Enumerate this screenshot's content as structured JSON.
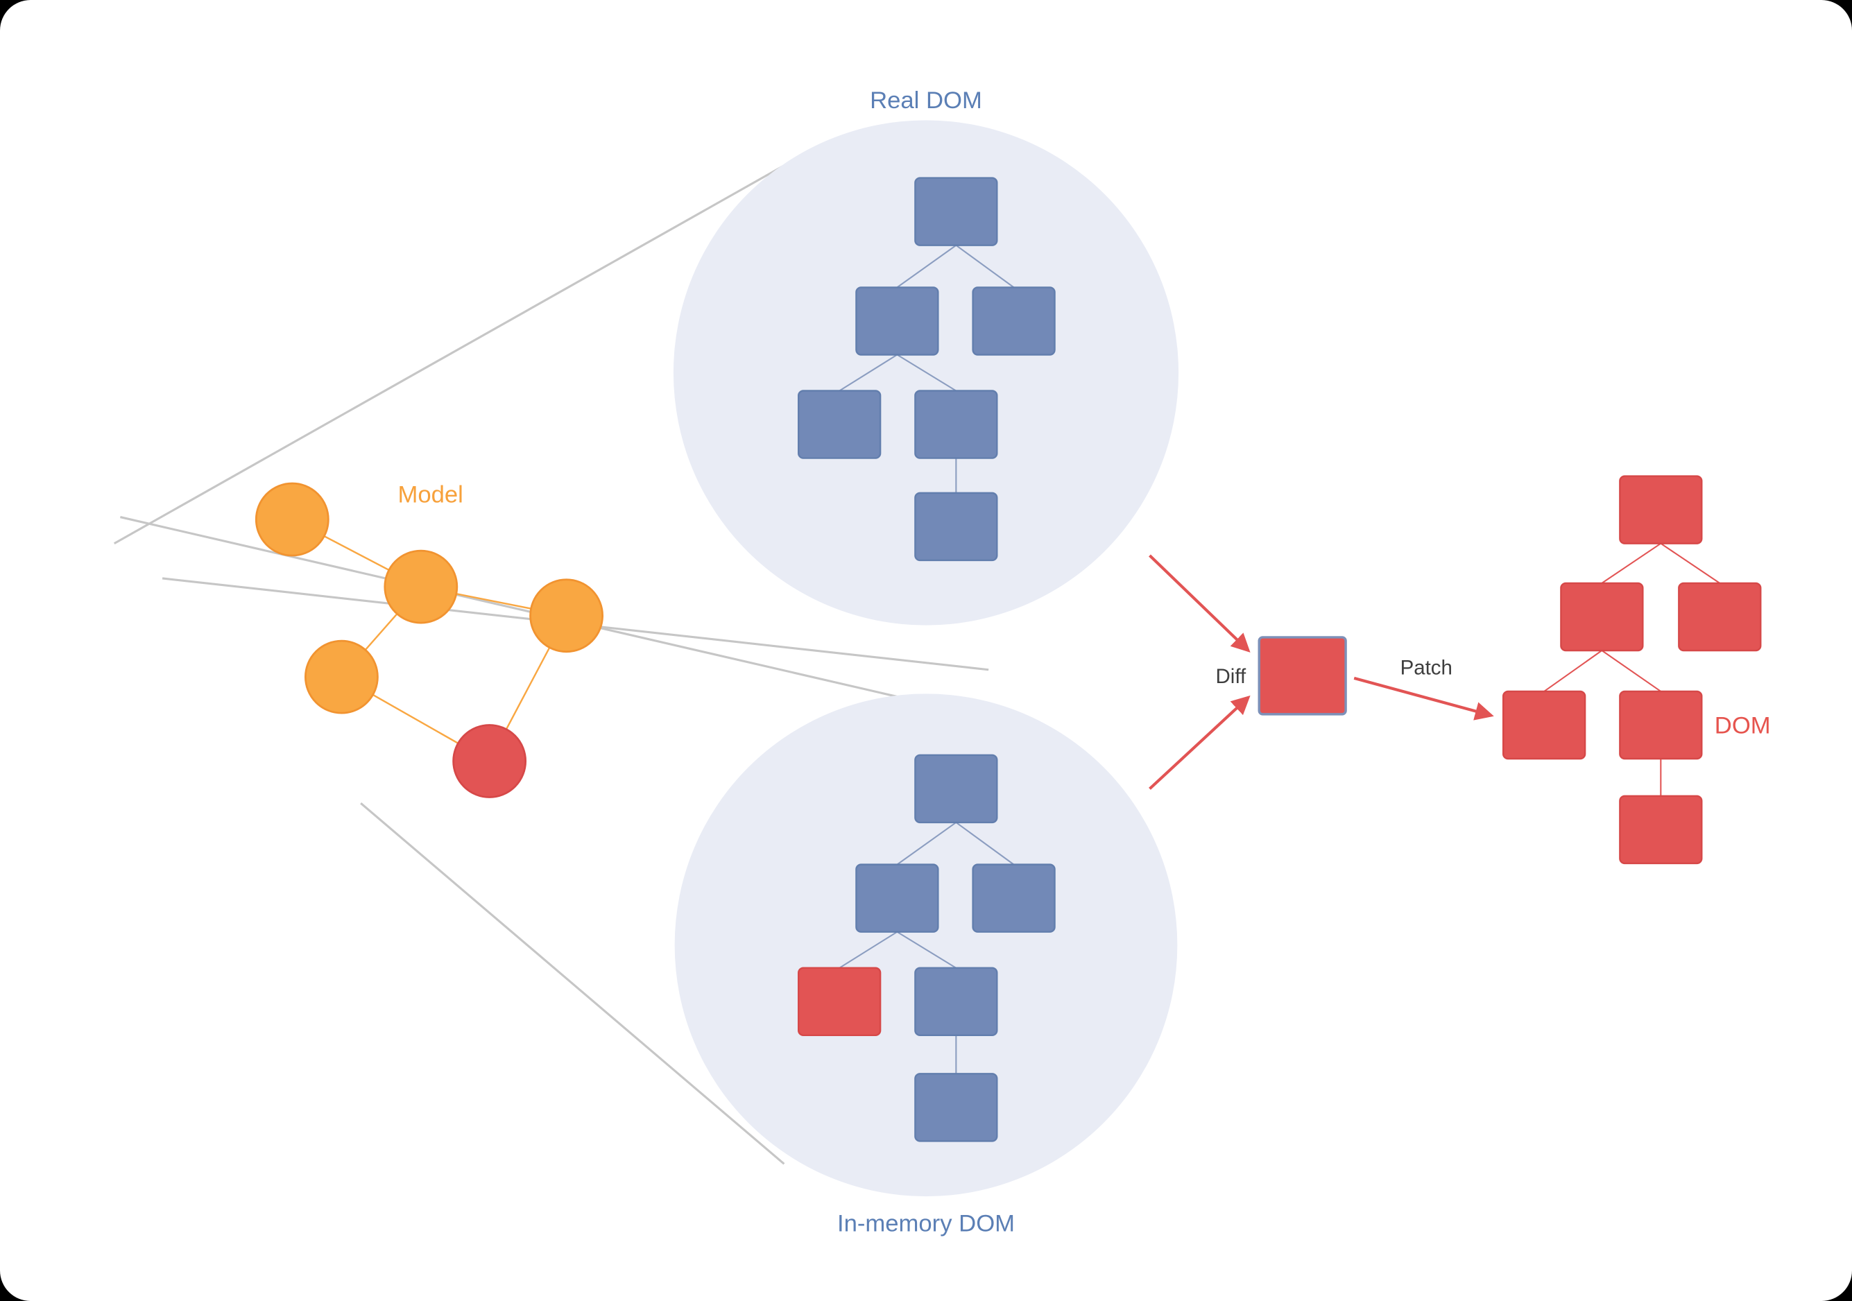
{
  "labels": {
    "real_dom": "Real DOM",
    "in_memory_dom": "In-memory DOM",
    "model": "Model",
    "diff": "Diff",
    "patch": "Patch",
    "dom": "DOM"
  },
  "colors": {
    "canvas-bg": "#ffffff",
    "page-bg": "#000000",
    "node-blue": "#7289b7",
    "node-blue-border": "#627ead",
    "circle-bg": "#e9ecf5",
    "orange": "#f9a742",
    "orange-border": "#f19330",
    "orange-label": "#f7a13b",
    "red": "#e25454",
    "red-border": "#d64848",
    "red-label": "#e6544e",
    "blue-label": "#5b7fb5",
    "gray-line": "#c6c6c6",
    "tree-line-blue": "#8b9dc0",
    "edge-orange": "#f9a742",
    "dark-text": "#3e3e3e",
    "diff-border": "#7d90b8"
  },
  "structure": {
    "real_dom_node_count": 6,
    "in_memory_dom_node_count": 6,
    "in_memory_changed_node_count": 1,
    "patched_dom_node_count": 6,
    "model_node_count": 5,
    "model_changed_node_count": 1
  }
}
